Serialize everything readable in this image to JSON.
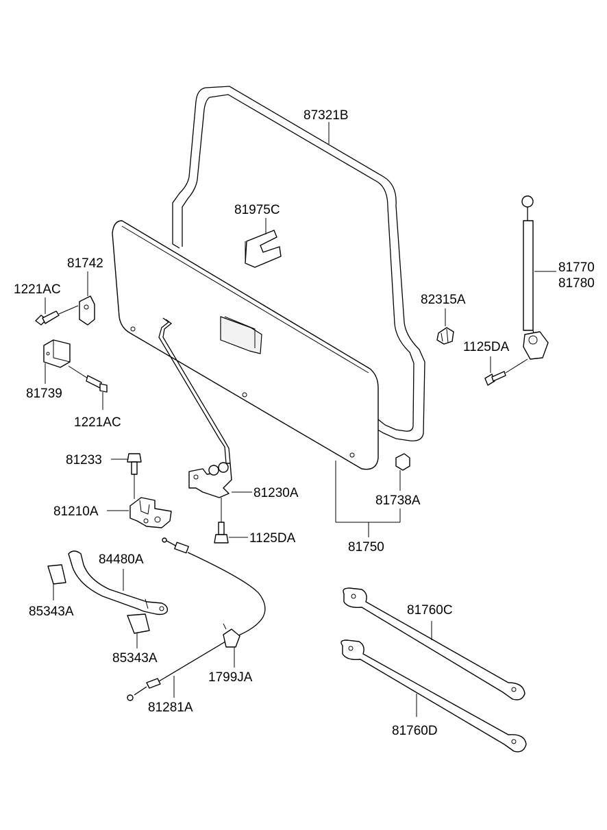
{
  "labels": {
    "weatherstrip": "87321B",
    "clip_upper": "81975C",
    "retainer": "81742",
    "screw_1221ac_a": "1221AC",
    "bracket": "81739",
    "screw_1221ac_b": "1221AC",
    "clip_82315a": "82315A",
    "gas_lifter": [
      "81770",
      "81780"
    ],
    "bolt_1125da_right": "1125DA",
    "bolt_81233": "81233",
    "hinge_81230a": "81230A",
    "striker_81210a": "81210A",
    "bolt_1125da_lower": "1125DA",
    "bumper_81738a": "81738A",
    "panel_assy": "81750",
    "handle_84480a": "84480A",
    "cover_85343a_a": "85343A",
    "cover_85343a_b": "85343A",
    "cable_81281a": "81281A",
    "clip_1799ja": "1799JA",
    "stay_81760c": "81760C",
    "stay_81760d": "81760D"
  }
}
